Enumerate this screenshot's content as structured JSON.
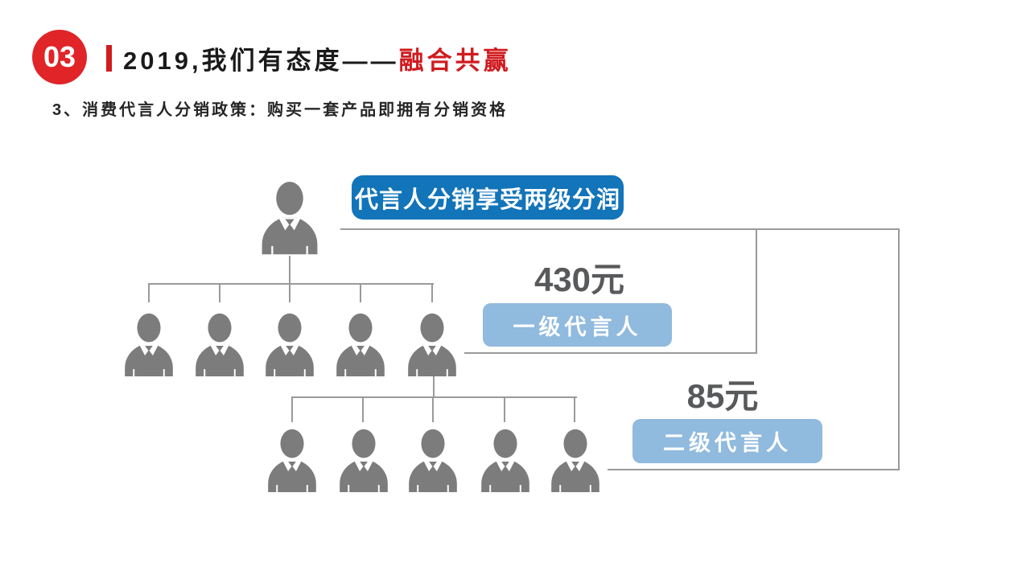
{
  "slide": {
    "badge_number": "03",
    "title": {
      "black": "2019,我们有态度——",
      "red": "融合共赢"
    },
    "subtitle": "3、消费代言人分销政策：购买一套产品即拥有分销资格"
  },
  "diagram": {
    "top_label": "代言人分销享受两级分润",
    "levels": [
      {
        "amount": "430元",
        "label": "一级代言人",
        "members": 5
      },
      {
        "amount": "85元",
        "label": "二级代言人",
        "members": 5
      }
    ],
    "icons": {
      "person": "businessman-silhouette-icon"
    },
    "colors": {
      "accent_red": "#e02428",
      "title_red": "#d01b1f",
      "dark_blue": "#1274b9",
      "light_blue": "#90bade",
      "person_gray": "#7c7c7c",
      "line_gray": "#9a9a9a",
      "amount_gray": "#58595b"
    }
  }
}
